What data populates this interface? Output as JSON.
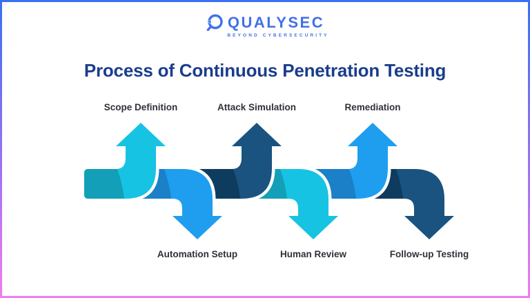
{
  "logo": {
    "brand": "QUALYSEC",
    "tagline": "BEYOND CYBERSECURITY",
    "color": "#4170e8"
  },
  "title": {
    "text": "Process of Continuous Penetration Testing",
    "color": "#1a3d8c"
  },
  "border": {
    "top_color": "#3a6ff2",
    "bottom_color": "#f57af0"
  },
  "chart_data": {
    "type": "flow-diagram",
    "title": "Process of Continuous Penetration Testing",
    "steps": [
      {
        "label": "Scope Definition",
        "direction": "up",
        "color_light": "#17c3e2",
        "color_dark": "#149fb9",
        "center": 204
      },
      {
        "label": "Automation Setup",
        "direction": "down",
        "color_light": "#1f9eef",
        "color_dark": "#1b80c8",
        "center": 286
      },
      {
        "label": "Attack Simulation",
        "direction": "up",
        "color_light": "#1a5380",
        "color_dark": "#0e3c5f",
        "center": 372
      },
      {
        "label": "Human Review",
        "direction": "down",
        "color_light": "#17c3e2",
        "color_dark": "#149fb9",
        "center": 454
      },
      {
        "label": "Remediation",
        "direction": "up",
        "color_light": "#1f9eef",
        "color_dark": "#1b80c8",
        "center": 540
      },
      {
        "label": "Follow-up Testing",
        "direction": "down",
        "color_light": "#1a5380",
        "color_dark": "#0e3c5f",
        "center": 622
      }
    ]
  }
}
